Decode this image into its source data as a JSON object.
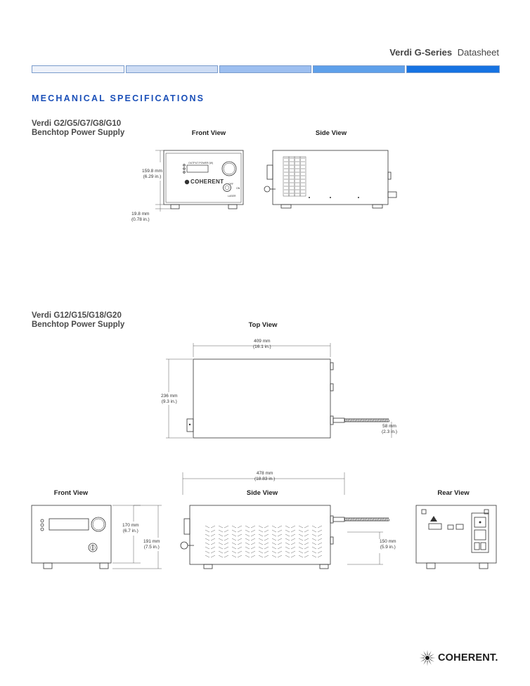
{
  "header": {
    "product": "Verdi G-Series",
    "doc_type": "Datasheet",
    "bar_colors": [
      "#eef2fa",
      "#cddcf4",
      "#9dbff0",
      "#5ea0ea",
      "#1673e2"
    ]
  },
  "section_title": "MECHANICAL SPECIFICATIONS",
  "model_small": {
    "line1": "Verdi G2/G5/G7/G8/G10",
    "line2": "Benchtop Power Supply",
    "front_view_label": "Front View",
    "side_view_label": "Side View",
    "dim_height": "159.8 mm",
    "dim_height_in": "(6.29 in.)",
    "dim_feet": "19.8 mm",
    "dim_feet_in": "(0.78 in.)",
    "panel_text": "OUTPUT POWER (W)",
    "panel_logo": "COHERENT",
    "key_label_on": "ON",
    "key_label_off": "OFF",
    "key_label": "LASER"
  },
  "model_large": {
    "line1": "Verdi G12/G15/G18/G20",
    "line2": "Benchtop Power Supply",
    "top_view_label": "Top View",
    "front_view_label": "Front View",
    "side_view_label": "Side View",
    "rear_view_label": "Rear View",
    "dim_width": "409 mm",
    "dim_width_in": "(16.1 in.)",
    "dim_depth": "236 mm",
    "dim_depth_in": "(9.3 in.)",
    "dim_cable": "58 mm",
    "dim_cable_in": "(2.3 in.)",
    "dim_side_len": "478 mm",
    "dim_side_len_in": "(18.83 in.)",
    "dim_front_h": "170 mm",
    "dim_front_h_in": "(6.7 in.)",
    "dim_total_h": "191 mm",
    "dim_total_h_in": "(7.5 in.)",
    "dim_rear_h": "150 mm",
    "dim_rear_h_in": "(5.9 in.)"
  },
  "footer": {
    "logo": "COHERENT."
  }
}
